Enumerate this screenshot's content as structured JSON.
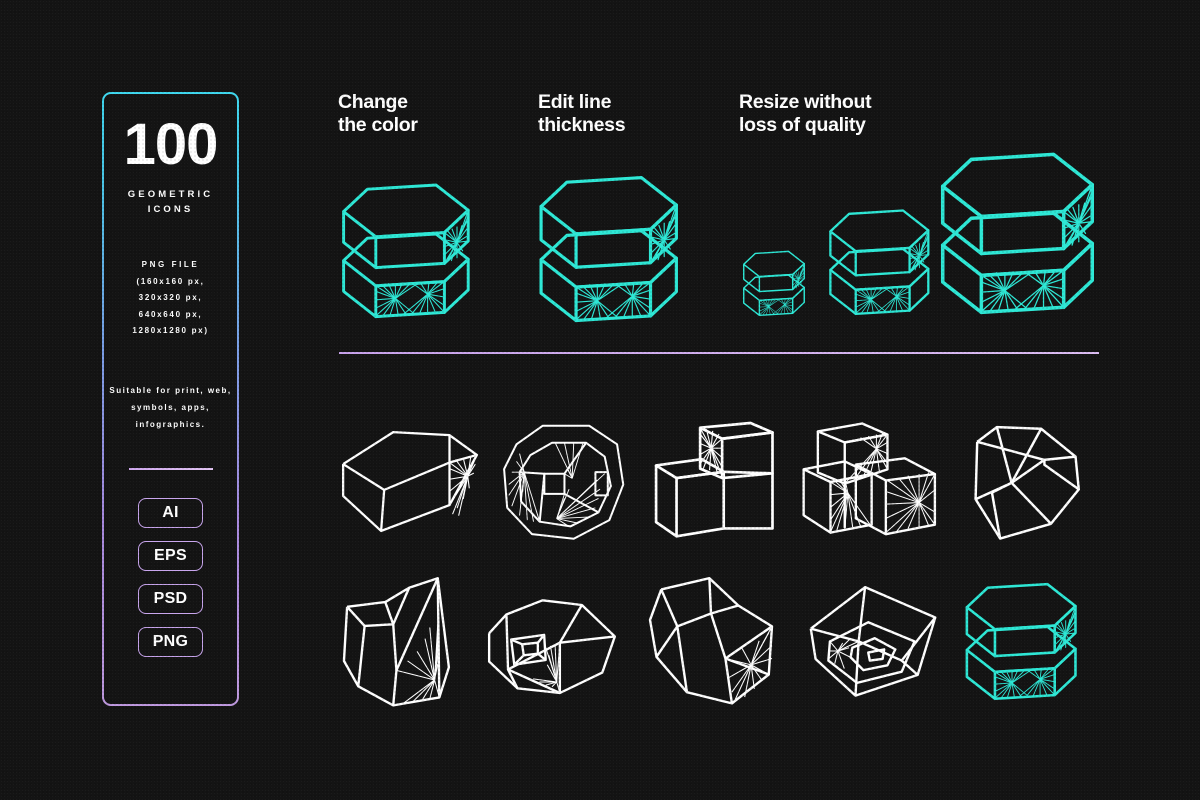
{
  "meta": {
    "background_color": "#141414",
    "accent_cyan": "#2ee8d6",
    "accent_purple": "#c9a6ee",
    "stroke_white": "#ffffff"
  },
  "sidebar": {
    "count": "100",
    "subtitle": "GEOMETRIC\nICONS",
    "file_info": {
      "header": "PNG  FILE",
      "lines": [
        "(160x160 px,",
        "320x320 px,",
        "640x640 px,",
        "1280x1280 px)"
      ]
    },
    "suitable_text": "Suitable for\nprint, web,\nsymbols,\napps,\ninfographics.",
    "badges": [
      {
        "label": "AI"
      },
      {
        "label": "EPS"
      },
      {
        "label": "PSD"
      },
      {
        "label": "PNG"
      }
    ]
  },
  "features": [
    {
      "id": "change-color",
      "title": "Change\nthe color"
    },
    {
      "id": "edit-thickness",
      "title": "Edit line\nthickness"
    },
    {
      "id": "resize",
      "title": "Resize without\nloss of quality"
    }
  ],
  "demos": {
    "change_color": {
      "icon_name": "stacked-hexagonal-prism-gem",
      "color": "#2ee8d6",
      "stroke_width": 1.6
    },
    "edit_thickness": {
      "icon_name": "stacked-hexagonal-prism-gem",
      "color": "#ffffff",
      "stroke_width": 3.2
    },
    "resize_sizes": [
      {
        "icon_name": "stacked-hexagonal-prism-gem",
        "scale": "small",
        "color": "#2ee8d6"
      },
      {
        "icon_name": "stacked-hexagonal-prism-gem",
        "scale": "medium",
        "color": "#2ee8d6"
      },
      {
        "icon_name": "stacked-hexagonal-prism-gem",
        "scale": "large",
        "color": "#2ee8d6"
      }
    ]
  },
  "gallery": {
    "rows": [
      {
        "items": [
          {
            "icon_name": "angular-block-gem"
          },
          {
            "icon_name": "octagonal-faceted-gem"
          },
          {
            "icon_name": "stacked-cubes-gem"
          },
          {
            "icon_name": "multi-block-cluster-gem"
          },
          {
            "icon_name": "wireframe-polyhedron"
          }
        ]
      },
      {
        "items": [
          {
            "icon_name": "crystal-shard-gem"
          },
          {
            "icon_name": "tunnel-box-gem"
          },
          {
            "icon_name": "faceted-rock-gem"
          },
          {
            "icon_name": "pentagon-bowl-gem"
          },
          {
            "icon_name": "stacked-hexagonal-prism-gem"
          }
        ]
      }
    ]
  }
}
